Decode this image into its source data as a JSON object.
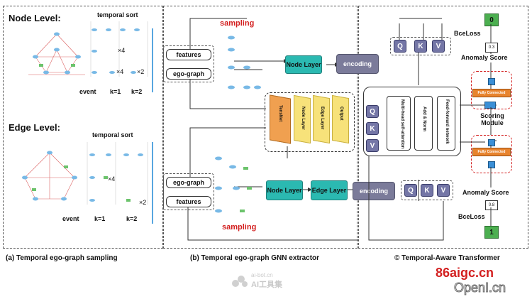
{
  "panel_a": {
    "node_title": "Node Level:",
    "edge_title": "Edge Level:",
    "temporal_sort": "temporal sort",
    "times4": "×4",
    "times2": "×2",
    "event": "event",
    "k1": "k=1",
    "k2": "k=2",
    "caption": "(a) Temporal ego-graph sampling"
  },
  "panel_b": {
    "features": "features",
    "ego_graph": "ego-graph",
    "sampling": "sampling",
    "node_layer": "Node Layer",
    "edge_layer": "Edge Layer",
    "encoding": "encoding",
    "tensnet": "TensNet",
    "stack_node": "Node Layer",
    "stack_edge": "Edge Layer",
    "stack_output": "Output",
    "caption": "(b) Temporal ego-graph GNN extractor"
  },
  "panel_c": {
    "q": "Q",
    "k": "K",
    "v": "V",
    "attn": "Multi-head self-attention",
    "addnorm": "Add & Norm",
    "ffn": "Feed-forward network",
    "scoring": "Scoring Module",
    "fc": "Fully Connected",
    "anomaly_score": "Anomaly Score",
    "bceloss": "BceLoss",
    "label_top": "0",
    "label_bottom": "1",
    "score_top": "0.3",
    "score_bottom": "0.8",
    "caption": "© Temporal-Aware Transformer"
  },
  "watermarks": {
    "wm1_line1": "ai-bot.cn",
    "wm1_line2": "AI工具集",
    "wm2": "86aigc.cn",
    "wm3": "OpenI.cn"
  },
  "colors": {
    "teal": "#2bb9b1",
    "gray_block": "#7b7b9a",
    "qkv": "#7476a6",
    "yellow": "#f7e27a",
    "orange_fc": "#e8842e",
    "red_text": "#d32020",
    "green_label": "#4caf50"
  }
}
